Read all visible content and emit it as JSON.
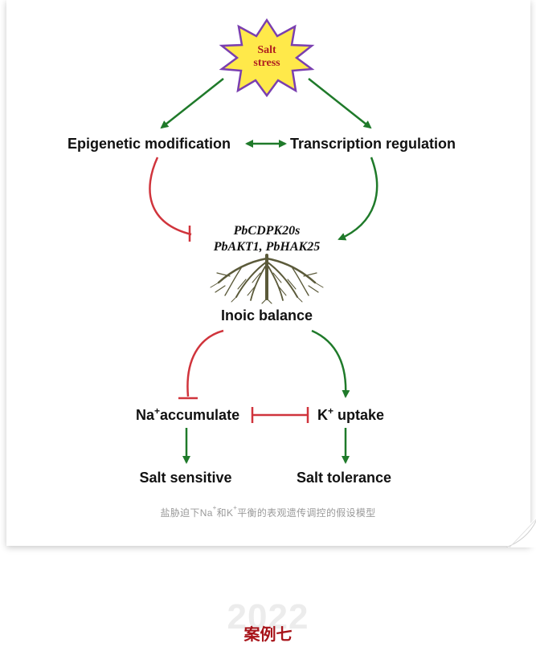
{
  "diagram": {
    "stress_line1": "Salt",
    "stress_line2": "stress",
    "epigenetic": "Epigenetic modification",
    "transcription": "Transcription regulation",
    "genes_line1": "PbCDPK20s",
    "genes_line2": "PbAKT1, PbHAK25",
    "ionic_balance": "Inoic balance",
    "na_base": "Na",
    "na_sup": "+",
    "na_rest": "accumulate",
    "k_base": "K",
    "k_sup": "+",
    "k_rest": " uptake",
    "salt_sensitive": "Salt sensitive",
    "salt_tolerance": "Salt tolerance"
  },
  "caption": {
    "part1": "盐胁迫下Na",
    "sup1": "+",
    "part2": "和K",
    "sup2": "+",
    "part3": "平衡的表观遗传调控的假设模型"
  },
  "footer": {
    "year": "2022",
    "case_title": "案例七"
  },
  "colors": {
    "green_arrow": "#1f7a2a",
    "red_inhibit": "#d0343c",
    "star_fill": "#ffe94a",
    "star_stroke": "#7a3fb0",
    "stress_text": "#b02020",
    "root": "#5b5a3a",
    "title_red": "#a8141a"
  }
}
